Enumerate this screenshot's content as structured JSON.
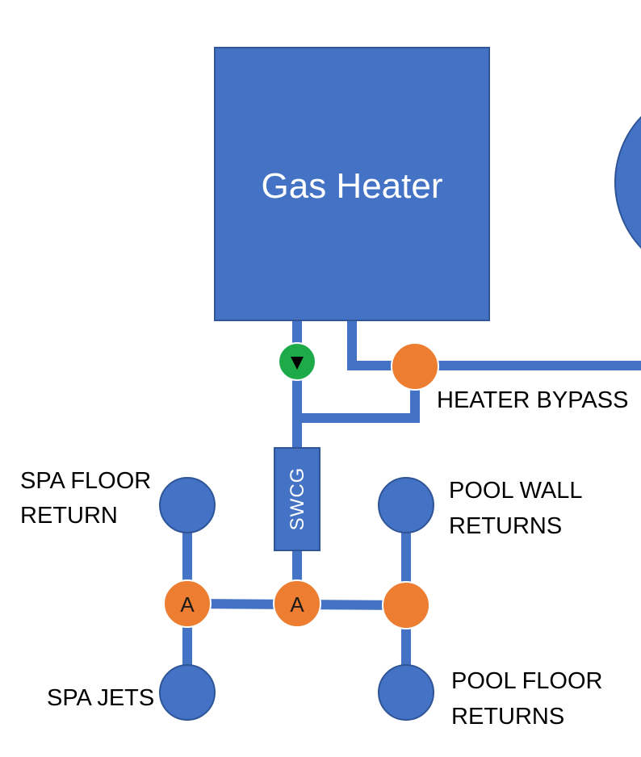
{
  "colors": {
    "pipe": "#4472C4",
    "component": "#4472C4",
    "component_border": "#2F5597",
    "valve": "#ED7D31",
    "check_valve": "#1FAA4A",
    "label_text": "#000000"
  },
  "heater": {
    "label": "Gas Heater"
  },
  "swcg": {
    "label": "SWCG"
  },
  "heater_bypass": {
    "label": "HEATER BYPASS"
  },
  "actuator_left": {
    "letter": "A"
  },
  "actuator_center": {
    "letter": "A"
  },
  "spa_floor_return": {
    "line1": "SPA FLOOR",
    "line2": "RETURN"
  },
  "spa_jets": {
    "label": "SPA JETS"
  },
  "pool_wall_returns": {
    "line1": "POOL WALL",
    "line2": "RETURNS"
  },
  "pool_floor_returns": {
    "line1": "POOL FLOOR",
    "line2": "RETURNS"
  },
  "check_valve": {
    "icon": "down-triangle-icon"
  }
}
